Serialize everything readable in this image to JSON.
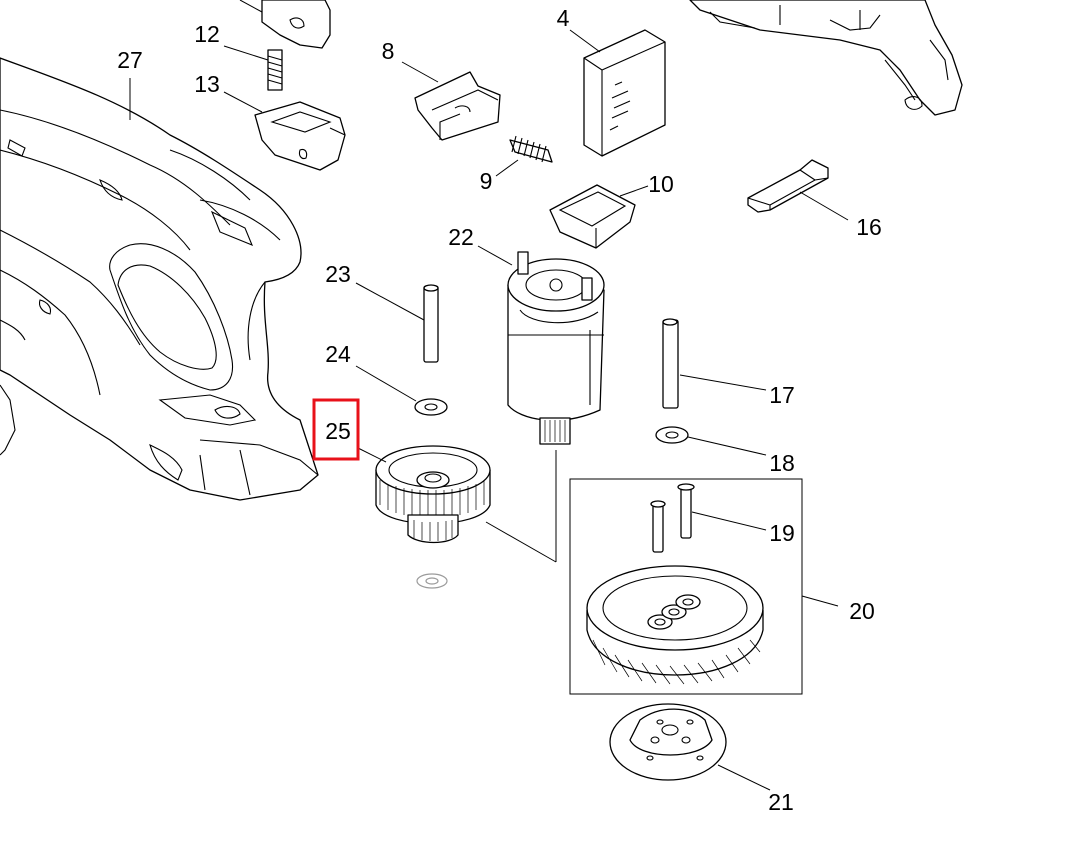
{
  "diagram": {
    "labels": {
      "p4": "4",
      "p8": "8",
      "p9": "9",
      "p10": "10",
      "p12": "12",
      "p13": "13",
      "p16": "16",
      "p17": "17",
      "p18": "18",
      "p19": "19",
      "p20": "20",
      "p21": "21",
      "p22": "22",
      "p23": "23",
      "p24": "24",
      "p25": "25",
      "p27": "27"
    },
    "highlighted_label": "25",
    "highlight_color": "#e8111a"
  }
}
